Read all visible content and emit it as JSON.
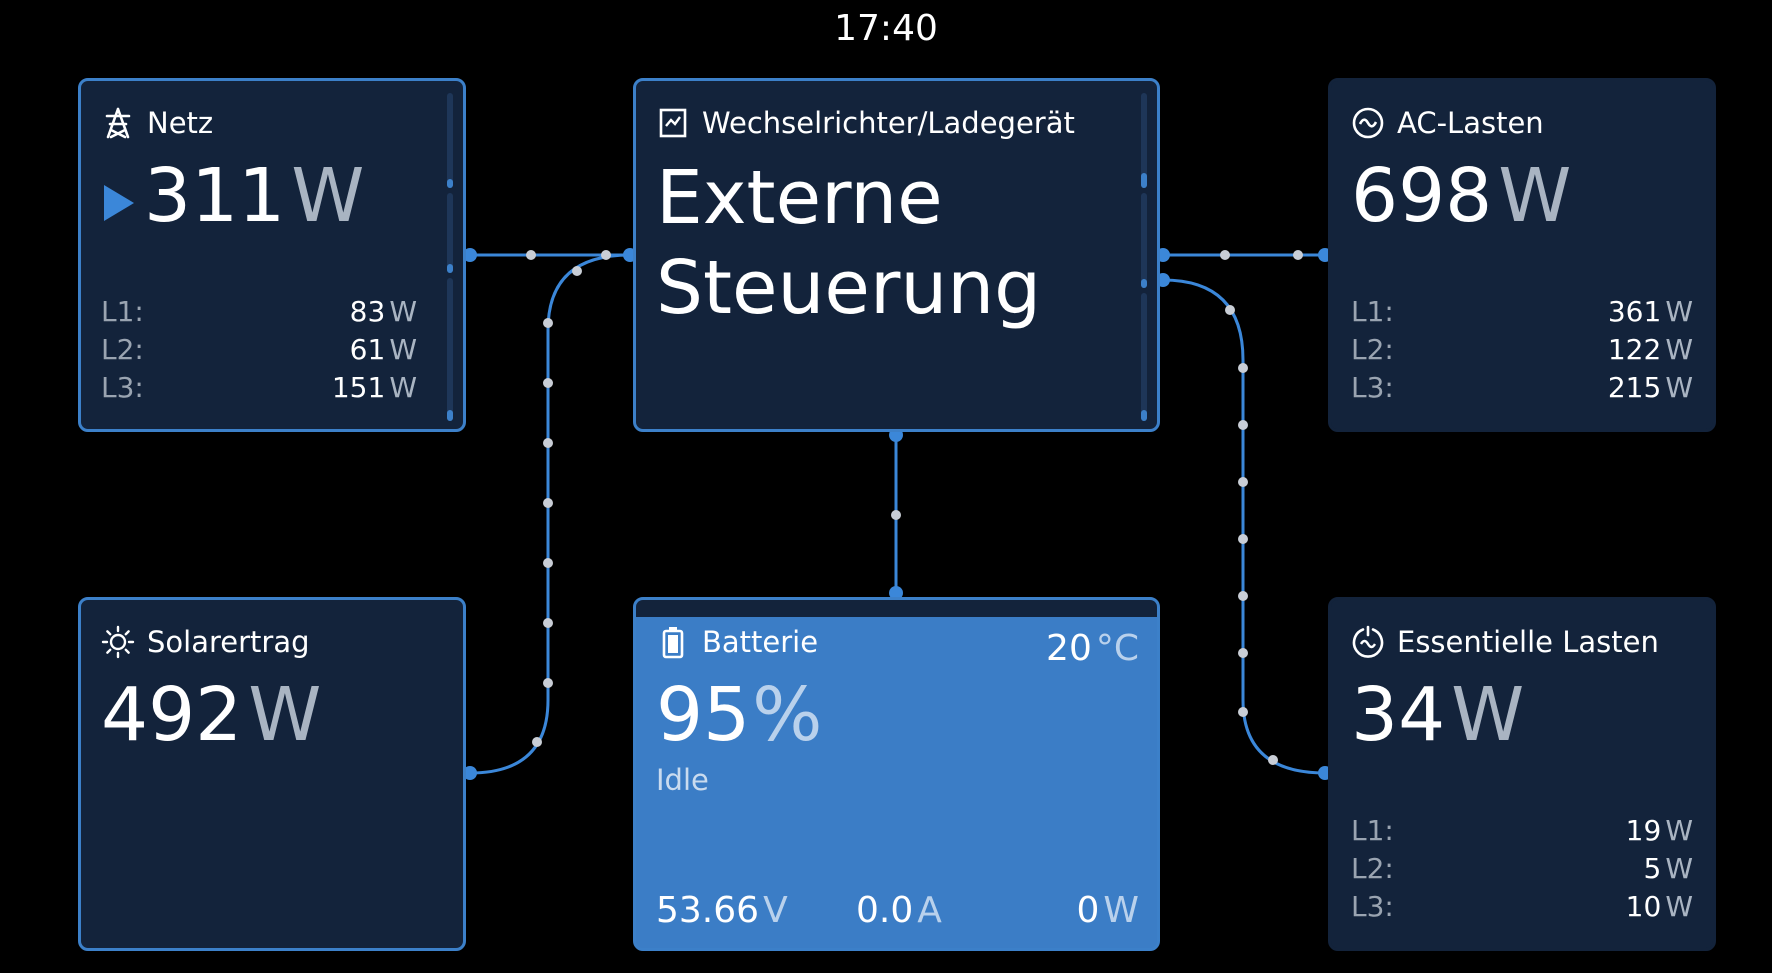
{
  "clock": "17:40",
  "grid": {
    "title": "Netz",
    "icon": "power-pylon-icon",
    "power_value": "311",
    "power_unit": "W",
    "direction": "import",
    "phases": [
      {
        "label": "L1:",
        "value": "83",
        "unit": "W"
      },
      {
        "label": "L2:",
        "value": "61",
        "unit": "W"
      },
      {
        "label": "L3:",
        "value": "151",
        "unit": "W"
      }
    ]
  },
  "inverter": {
    "title": "Wechselrichter/Ladegerät",
    "icon": "inverter-icon",
    "state_line1": "Externe",
    "state_line2": "Steuerung"
  },
  "ac_loads": {
    "title": "AC-Lasten",
    "icon": "ac-wave-icon",
    "power_value": "698",
    "power_unit": "W",
    "phases": [
      {
        "label": "L1:",
        "value": "361",
        "unit": "W"
      },
      {
        "label": "L2:",
        "value": "122",
        "unit": "W"
      },
      {
        "label": "L3:",
        "value": "215",
        "unit": "W"
      }
    ]
  },
  "solar": {
    "title": "Solarertrag",
    "icon": "sun-icon",
    "power_value": "492",
    "power_unit": "W"
  },
  "battery": {
    "title": "Batterie",
    "icon": "battery-icon",
    "temperature_value": "20",
    "temperature_unit": "°C",
    "soc_value": "95",
    "soc_unit": "%",
    "soc_fraction": 0.95,
    "state": "Idle",
    "voltage_value": "53.66",
    "voltage_unit": "V",
    "current_value": "0.0",
    "current_unit": "A",
    "power_value": "0",
    "power_unit": "W"
  },
  "essential_loads": {
    "title": "Essentielle Lasten",
    "icon": "essential-loads-icon",
    "power_value": "34",
    "power_unit": "W",
    "phases": [
      {
        "label": "L1:",
        "value": "19",
        "unit": "W"
      },
      {
        "label": "L2:",
        "value": "5",
        "unit": "W"
      },
      {
        "label": "L3:",
        "value": "10",
        "unit": "W"
      }
    ]
  },
  "colors": {
    "background": "#000000",
    "card": "#13233b",
    "accent": "#3c80c9",
    "battery_fill": "#3b7dc6",
    "unit_text": "#a9b4c2",
    "label_text": "#9aa4b1"
  }
}
